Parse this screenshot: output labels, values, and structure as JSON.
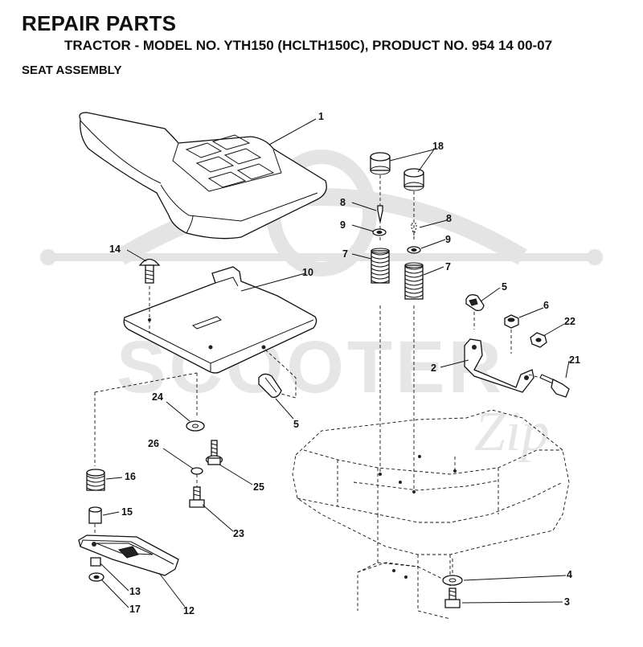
{
  "header": {
    "title": "REPAIR PARTS",
    "subtitle": "TRACTOR - MODEL NO. YTH150 (HCLTH150C), PRODUCT NO. 954 14 00-07",
    "section": "SEAT ASSEMBLY"
  },
  "watermark": {
    "text": "SCOOTER",
    "script": "Zip",
    "color": "#e6e6e6"
  },
  "callouts": {
    "c1": "1",
    "c2": "2",
    "c3": "3",
    "c4": "4",
    "c5a": "5",
    "c5b": "5",
    "c6": "6",
    "c7a": "7",
    "c7b": "7",
    "c8a": "8",
    "c8b": "8",
    "c9a": "9",
    "c9b": "9",
    "c10": "10",
    "c12": "12",
    "c13": "13",
    "c14": "14",
    "c15": "15",
    "c16": "16",
    "c17": "17",
    "c18": "18",
    "c21": "21",
    "c22": "22",
    "c23": "23",
    "c24": "24",
    "c25": "25",
    "c26": "26"
  }
}
